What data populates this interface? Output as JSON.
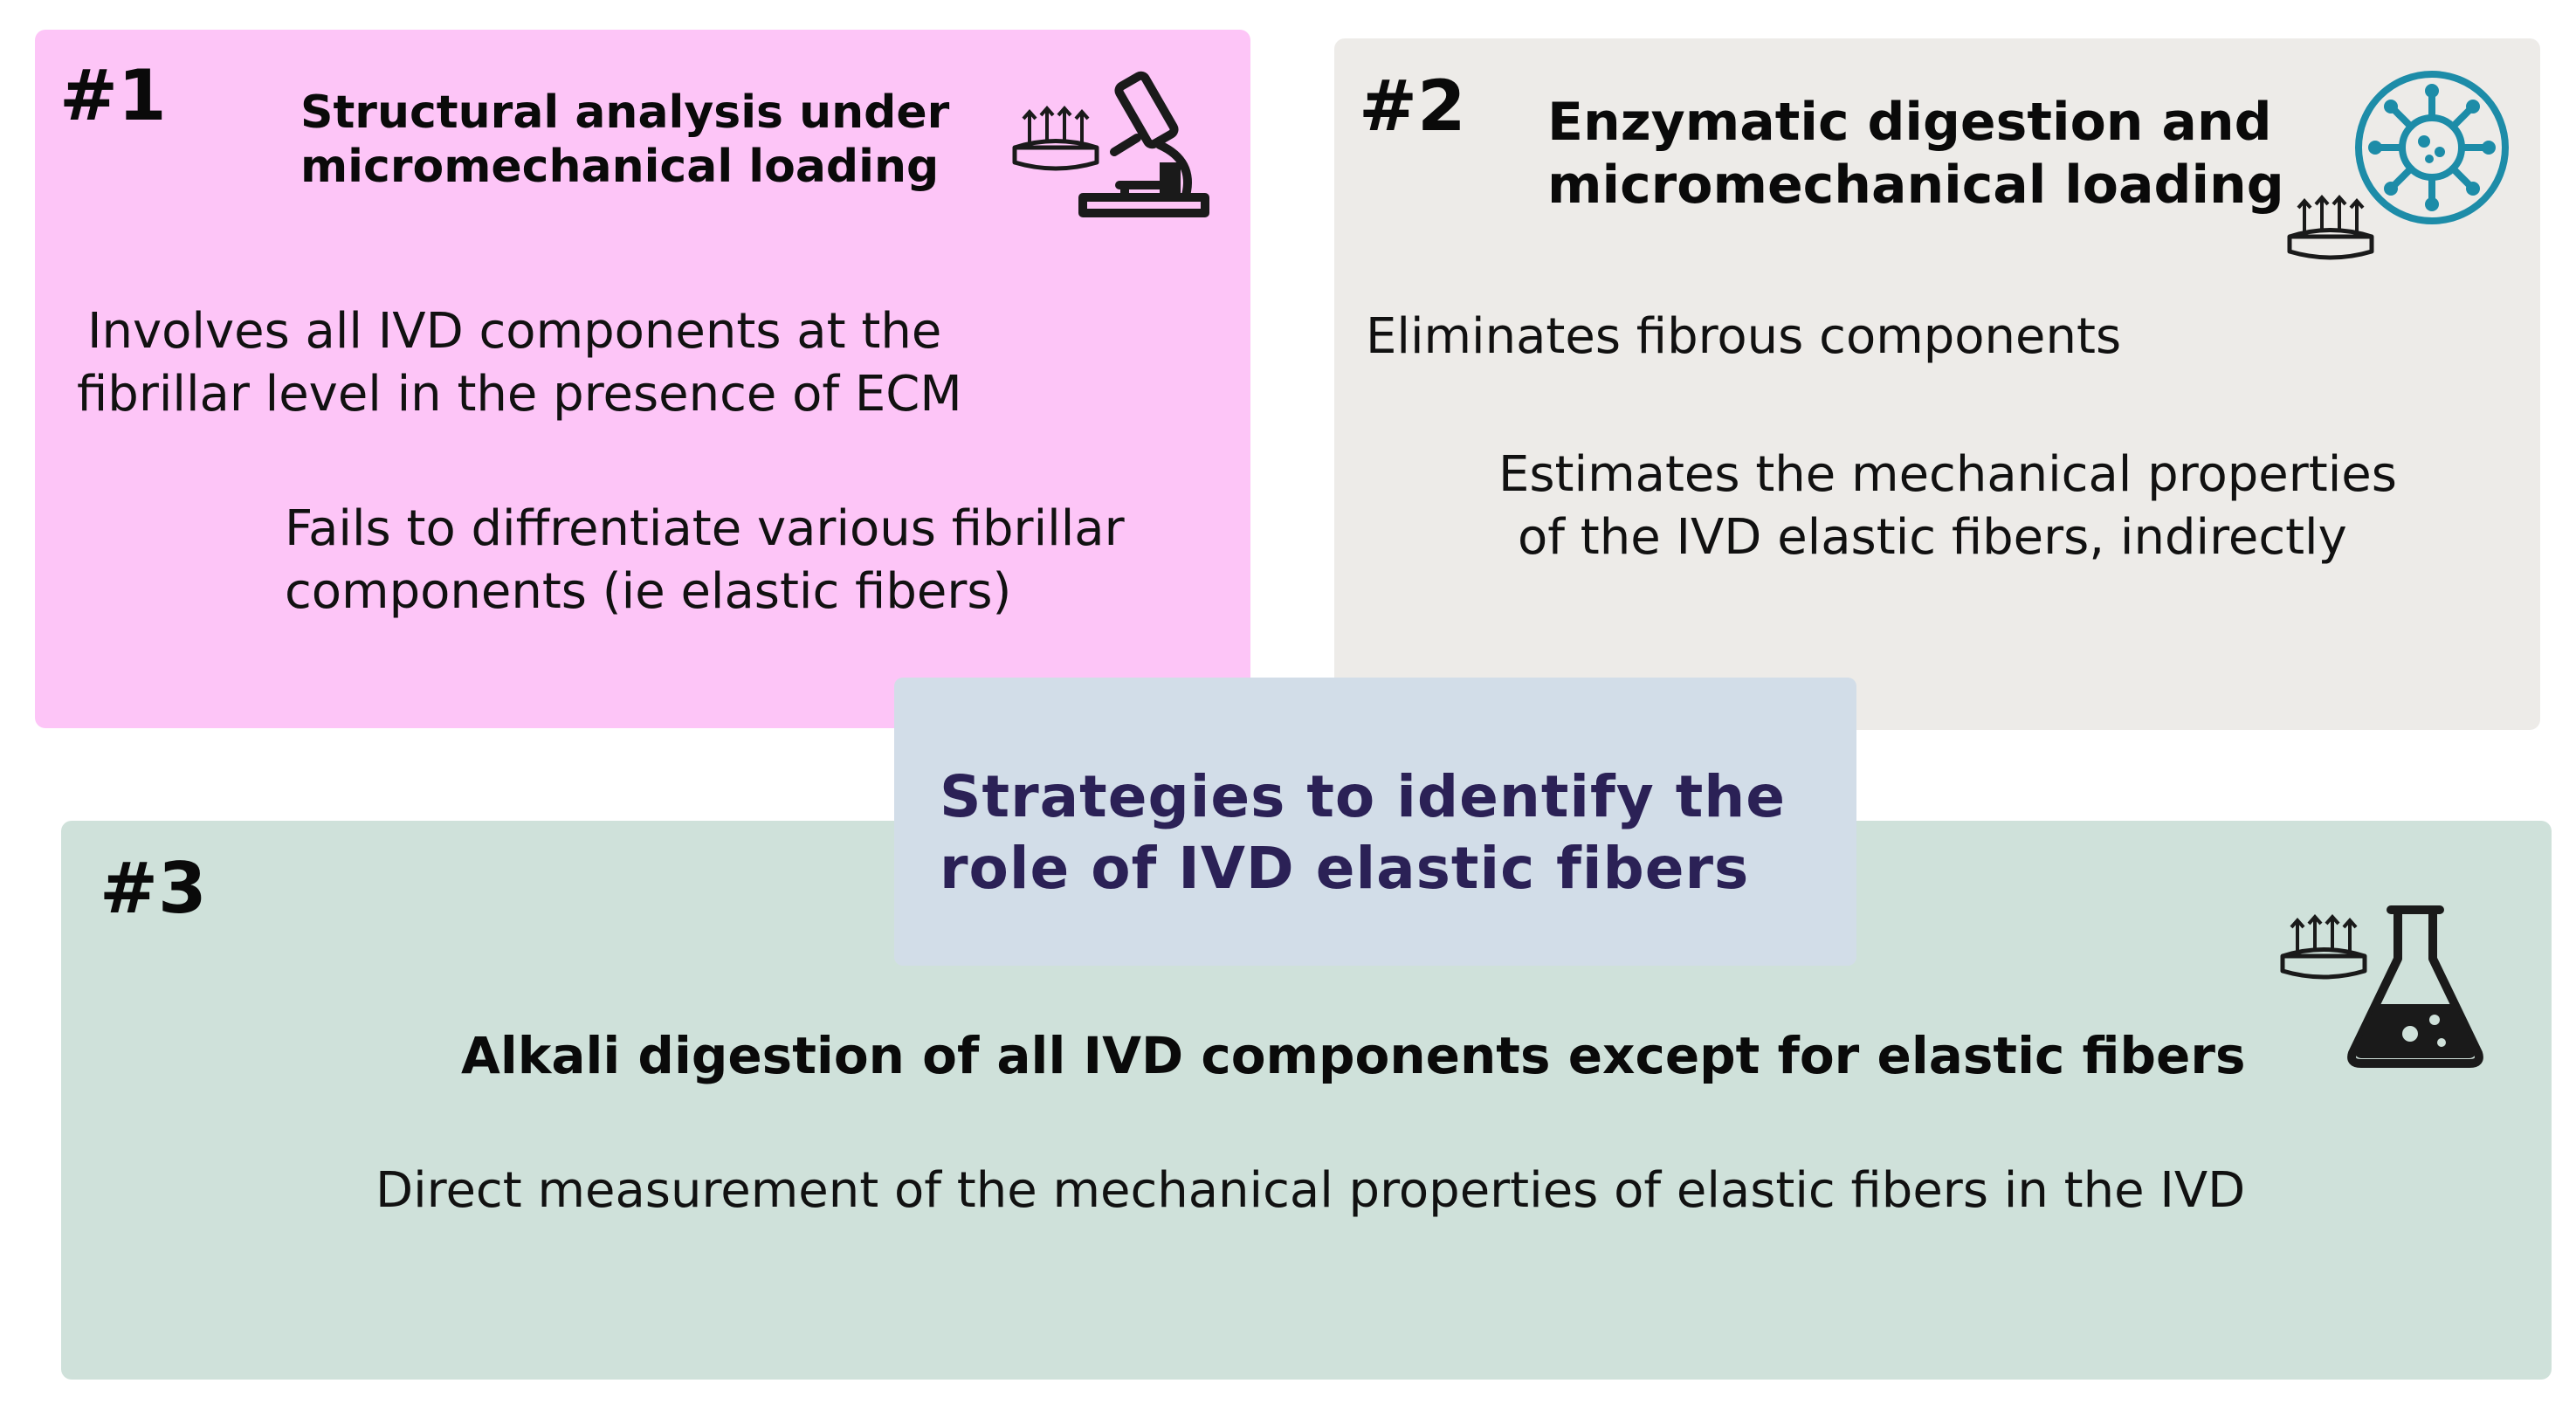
{
  "colors": {
    "card1_bg": "#fdc5f7",
    "card2_bg": "#edebe8",
    "card3_bg": "#cfe1da",
    "center_bg": "#d2dde8",
    "center_text": "#2b2156",
    "icon_dark": "#1a1a1a",
    "virus_icon": "#1d8ca8"
  },
  "center": {
    "title_line1": "Strategies to identify the",
    "title_line2": "role of IVD elastic fibers"
  },
  "cards": [
    {
      "number": "#1",
      "title_line1": "Structural analysis under",
      "title_line2": "micromechanical loading",
      "icons": [
        "tissue-loading-icon",
        "microscope-icon"
      ],
      "points": [
        [
          "Involves all IVD components at the",
          "fibrillar level in the presence of ECM"
        ],
        [
          "Fails to diffrentiate various fibrillar",
          "components (ie elastic fibers)"
        ]
      ]
    },
    {
      "number": "#2",
      "title_line1": "Enzymatic digestion and",
      "title_line2": "micromechanical loading",
      "icons": [
        "virus-icon",
        "tissue-loading-icon"
      ],
      "points": [
        [
          "Eliminates fibrous components"
        ],
        [
          "Estimates the mechanical properties",
          "of the IVD elastic fibers, indirectly"
        ]
      ]
    },
    {
      "number": "#3",
      "title_line1": "Alkali digestion of all IVD components except for elastic fibers",
      "icons": [
        "tissue-loading-icon",
        "flask-icon"
      ],
      "points": [
        [
          "Direct measurement of the mechanical properties of elastic fibers in the IVD"
        ]
      ]
    }
  ]
}
